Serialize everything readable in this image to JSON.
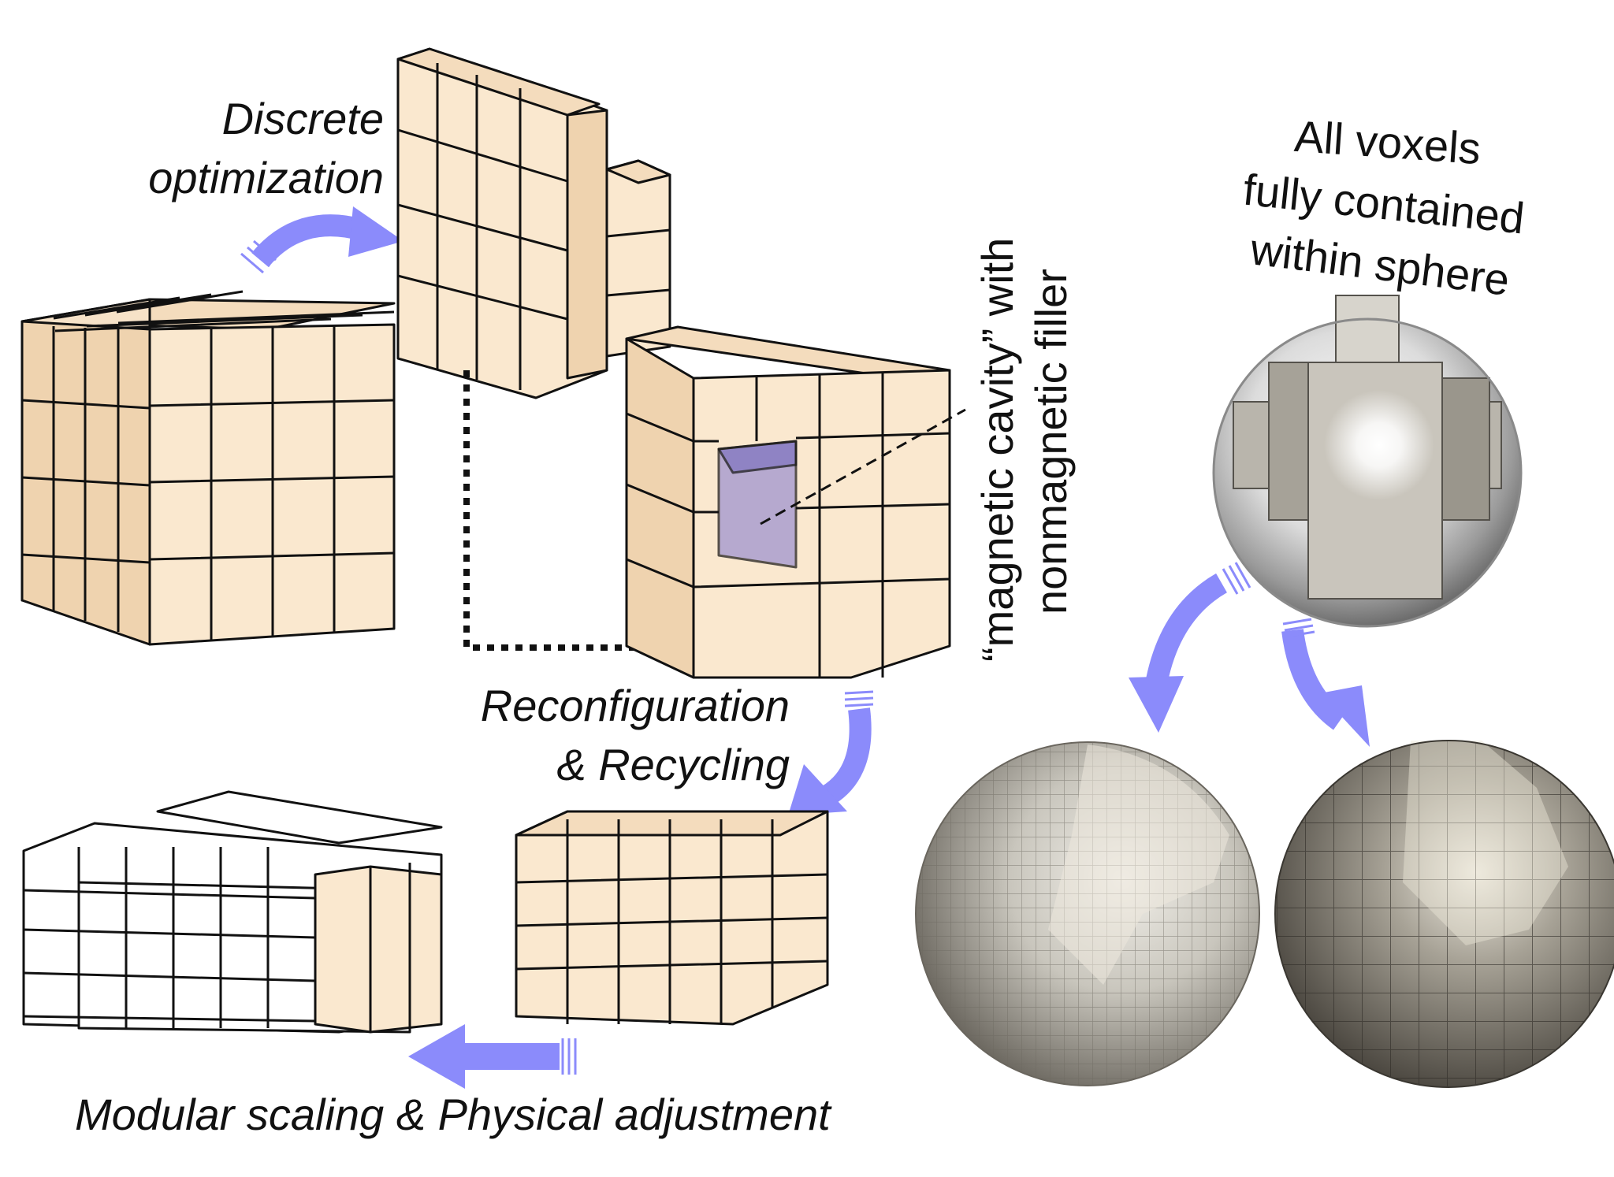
{
  "labels": {
    "discrete_line1": "Discrete",
    "discrete_line2": "optimization",
    "reconfig_line1": "Reconfiguration",
    "reconfig_line2": "& Recycling",
    "modular": "Modular scaling & Physical adjustment",
    "cavity_line1": "“magnetic cavity” with",
    "cavity_line2": "nonmagnetic filler",
    "sphere_line1": "All voxels",
    "sphere_line2": "fully contained",
    "sphere_line3": "within sphere"
  },
  "colors": {
    "voxel_face": "#fae8cf",
    "voxel_top": "#f4dcbd",
    "voxel_side": "#efd3af",
    "white_voxel": "#ffffff",
    "edge": "#1a1a1a",
    "arrow": "#8b8bfb",
    "cavity": "#9a8fd0",
    "metal_light": "#eeeae2",
    "metal_dark": "#5a5650"
  },
  "icons": {
    "arrow_right": "curved-arrow-right-icon",
    "arrow_down": "curved-arrow-down-icon",
    "arrow_left": "straight-arrow-left-icon"
  }
}
